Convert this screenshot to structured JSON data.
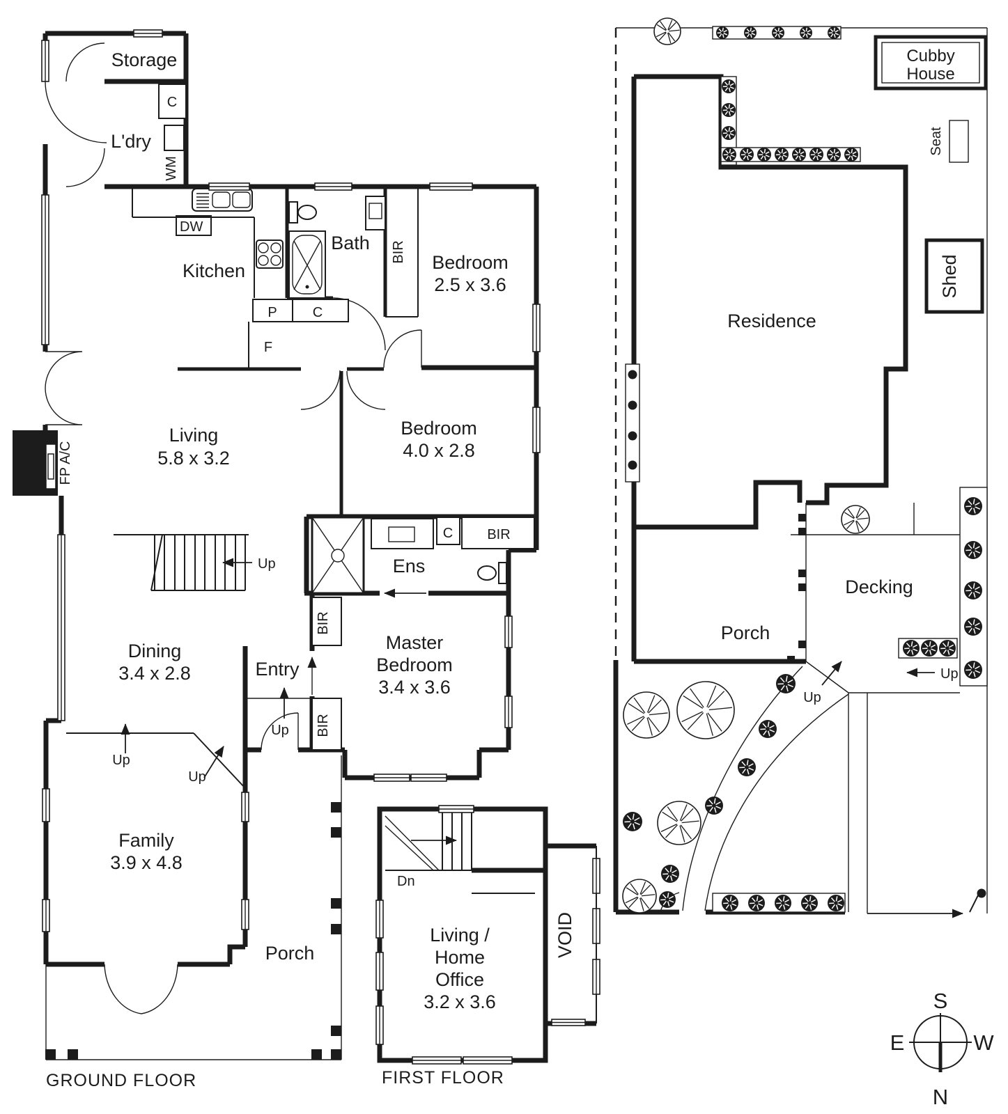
{
  "page": {
    "background": "#ffffff",
    "ink": "#1c1c1c"
  },
  "ground_floor": {
    "caption": "GROUND FLOOR",
    "rooms": {
      "storage": "Storage",
      "laundry": "L'dry",
      "kitchen": "Kitchen",
      "bath": "Bath",
      "bedroom1_name": "Bedroom",
      "bedroom1_dim": "2.5 x 3.6",
      "living_name": "Living",
      "living_dim": "5.8 x 3.2",
      "bedroom2_name": "Bedroom",
      "bedroom2_dim": "4.0 x 2.8",
      "ensuite": "Ens",
      "dining_name": "Dining",
      "dining_dim": "3.4 x 2.8",
      "entry": "Entry",
      "master_name1": "Master",
      "master_name2": "Bedroom",
      "master_dim": "3.4 x 3.6",
      "family_name": "Family",
      "family_dim": "3.9 x 4.8",
      "porch": "Porch"
    },
    "fixtures": {
      "c_storage": "C",
      "wm": "WM",
      "dw": "DW",
      "pantry_p": "P",
      "c_hall": "C",
      "fridge_f": "F",
      "fp_ac": "FP A/C",
      "bir_bath": "BIR",
      "c_ens": "C",
      "bir_ens": "BIR",
      "bir_master_1": "BIR",
      "bir_master_2": "BIR",
      "up_stairs": "Up",
      "up_entry": "Up",
      "up_family": "Up",
      "up_family_diag": "Up"
    }
  },
  "first_floor": {
    "caption": "FIRST FLOOR",
    "rooms": {
      "office_l1": "Living /",
      "office_l2": "Home",
      "office_l3": "Office",
      "office_dim": "3.2 x 3.6",
      "void": "VOID"
    },
    "fixtures": {
      "down": "Dn"
    }
  },
  "site_plan": {
    "labels": {
      "cubby_l1": "Cubby",
      "cubby_l2": "House",
      "seat": "Seat",
      "shed": "Shed",
      "residence": "Residence",
      "decking": "Decking",
      "porch": "Porch",
      "up_deck": "Up",
      "up_path": "Up"
    }
  },
  "compass": {
    "south": "S",
    "north": "N",
    "east": "E",
    "west": "W"
  }
}
